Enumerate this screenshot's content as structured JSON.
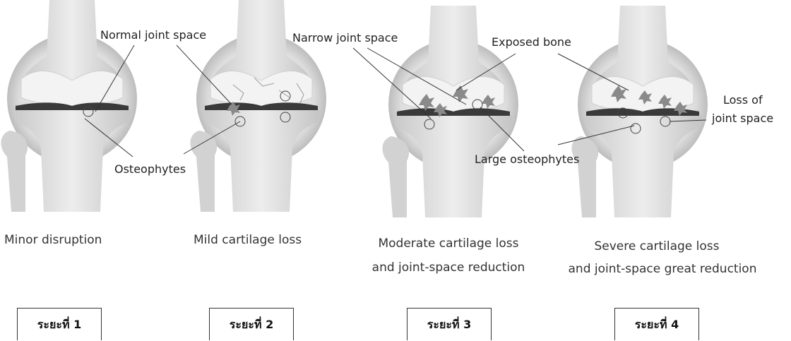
{
  "labels": {
    "normal_joint_space": "Normal joint space",
    "osteophytes": "Osteophytes",
    "narrow_joint_space": "Narrow joint space",
    "exposed_bone": "Exposed bone",
    "loss_of_joint_space_line1": "Loss of",
    "loss_of_joint_space_line2": "joint space",
    "large_osteophytes": "Large osteophytes"
  },
  "captions": {
    "stage1": "Minor disruption",
    "stage2": "Mild cartilage loss",
    "stage3_line1": "Moderate cartilage loss",
    "stage3_line2": "and joint-space reduction",
    "stage4_line1": "Severe cartilage loss",
    "stage4_line2": "and joint-space great reduction"
  },
  "stages": [
    "ระยะที่ 1",
    "ระยะที่ 2",
    "ระยะที่ 3",
    "ระยะที่ 4"
  ],
  "colors": {
    "bone": "#d9d9d9",
    "capsule": "#e6e6e6",
    "cartilage": "#f2f2f2",
    "osteophyte": "#8a8a8a",
    "line": "#333333"
  }
}
